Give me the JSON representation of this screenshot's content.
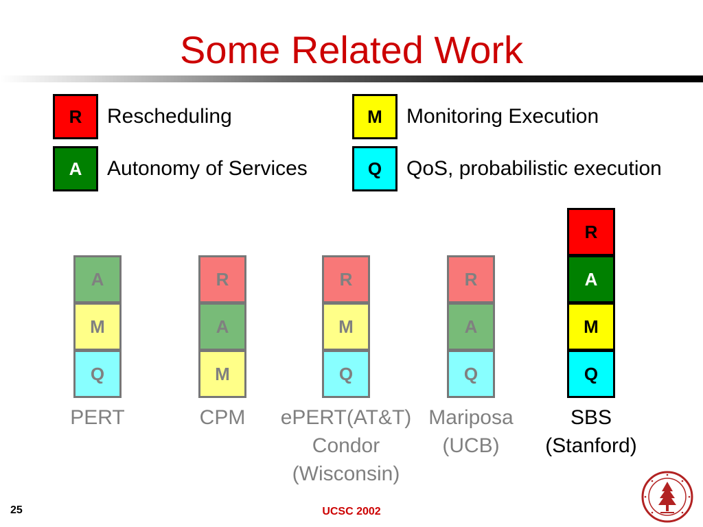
{
  "title": "Some Related Work",
  "legend": [
    {
      "letter": "R",
      "label": "Rescheduling",
      "color": "#ff0000",
      "text_color": "#000000"
    },
    {
      "letter": "M",
      "label": "Monitoring Execution",
      "color": "#ffff00",
      "text_color": "#000000"
    },
    {
      "letter": "A",
      "label": "Autonomy of Services",
      "color": "#008000",
      "text_color": "#ffffff"
    },
    {
      "letter": "Q",
      "label": "QoS, probabilistic execution",
      "color": "#00ffff",
      "text_color": "#000000"
    }
  ],
  "faded_colors": {
    "R": "#f87878",
    "A": "#78bb78",
    "M": "#ffff88",
    "Q": "#88ffff"
  },
  "columns": [
    {
      "letters": [
        "A",
        "M",
        "Q"
      ],
      "label_lines": [
        "PERT"
      ],
      "highlight": false
    },
    {
      "letters": [
        "R",
        "A",
        "M"
      ],
      "label_lines": [
        "CPM"
      ],
      "highlight": false
    },
    {
      "letters": [
        "R",
        "M",
        "Q"
      ],
      "label_lines": [
        "ePERT(AT&T)",
        "Condor",
        "(Wisconsin)"
      ],
      "highlight": false
    },
    {
      "letters": [
        "R",
        "A",
        "Q"
      ],
      "label_lines": [
        "Mariposa",
        "(UCB)"
      ],
      "highlight": false
    },
    {
      "letters": [
        "R",
        "A",
        "M",
        "Q"
      ],
      "label_lines": [
        "SBS",
        "(Stanford)"
      ],
      "highlight": true
    }
  ],
  "footer": {
    "page_number": "25",
    "text": "UCSC 2002"
  },
  "logo": {
    "name": "stanford-seal"
  }
}
